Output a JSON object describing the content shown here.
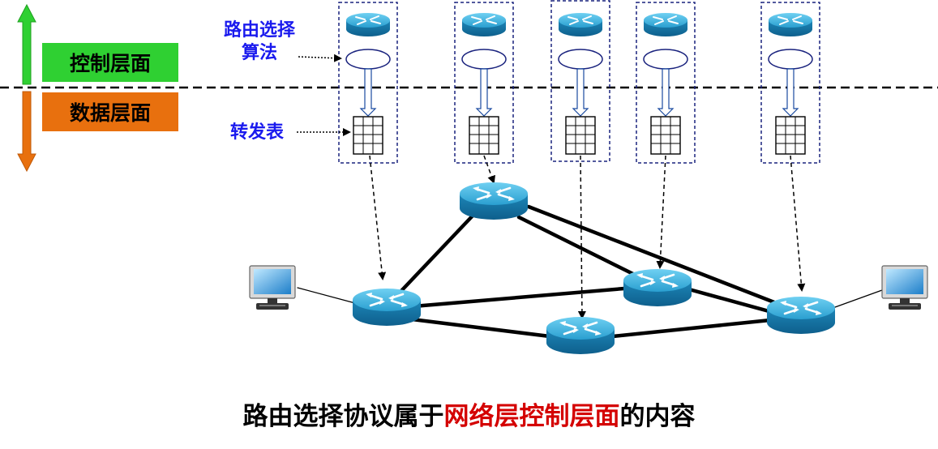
{
  "labels": {
    "control_plane": "控制层面",
    "data_plane": "数据层面",
    "routing_algorithm": "路由选择算法",
    "forwarding_table": "转发表"
  },
  "caption": {
    "prefix": "路由选择协议属于",
    "highlight": "网络层控制层面",
    "suffix": "的内容"
  },
  "colors": {
    "control_plane_bg": "#2fd032",
    "data_plane_bg": "#e8700e",
    "annotation_text": "#1a1aee",
    "highlight_text": "#d40000",
    "router_body": "#1e8fc0"
  },
  "icons": [
    "router-icon",
    "computer-icon",
    "routing-algorithm-ellipse-icon",
    "forwarding-table-icon"
  ]
}
